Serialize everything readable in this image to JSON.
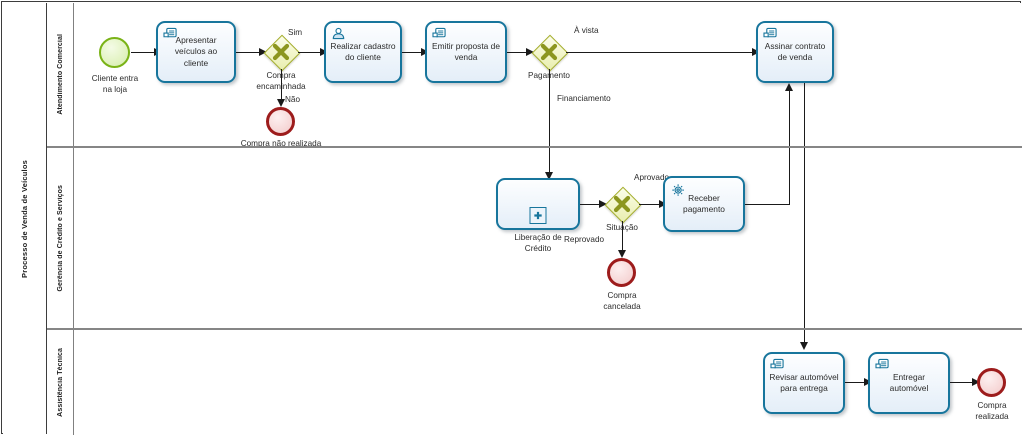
{
  "diagram": {
    "type": "bpmn-process",
    "pool_title": "Processo de Venda de Veículos",
    "lanes": [
      {
        "id": "lane-atendimento",
        "label": "Atendimento Comercial"
      },
      {
        "id": "lane-gerencia",
        "label": "Gerência de Crédito e Serviços"
      },
      {
        "id": "lane-assistencia",
        "label": "Assistência Técnica"
      }
    ],
    "colors": {
      "task_border": "#17759c",
      "task_fill": "#eef5fb",
      "gateway_border": "#a3ad27",
      "gateway_fill": "#f2f5c9",
      "start_event": "#7ab317",
      "end_event": "#9d1c1c",
      "connector": "#1a1a1a",
      "pool_border": "#3d3d3d",
      "lane_divider": "#868686"
    },
    "events": [
      {
        "id": "start-cliente",
        "kind": "start",
        "label": "Cliente entra\nna loja",
        "lane": "lane-atendimento"
      },
      {
        "id": "end-compra-nao-realizada",
        "kind": "end",
        "label": "Compra não realizada",
        "lane": "lane-atendimento"
      },
      {
        "id": "end-compra-cancelada",
        "kind": "end",
        "label": "Compra\ncancelada",
        "lane": "lane-gerencia"
      },
      {
        "id": "end-compra-realizada",
        "kind": "end",
        "label": "Compra\nrealizada",
        "lane": "lane-assistencia"
      }
    ],
    "tasks": [
      {
        "id": "task-apresentar-veiculos",
        "label": "Apresentar\nveículos ao\ncliente",
        "icon": "manual-task-icon",
        "lane": "lane-atendimento"
      },
      {
        "id": "task-realizar-cadastro",
        "label": "Realizar\ncadastro do\ncliente",
        "icon": "user-task-icon",
        "lane": "lane-atendimento"
      },
      {
        "id": "task-emitir-proposta",
        "label": "Emitir proposta\nde venda",
        "icon": "manual-task-icon",
        "lane": "lane-atendimento"
      },
      {
        "id": "task-assinar-contrato",
        "label": "Assinar\ncontrato de\nvenda",
        "icon": "manual-task-icon",
        "lane": "lane-atendimento"
      },
      {
        "id": "task-receber-pagamento",
        "label": "Receber\npagamento",
        "icon": "service-task-icon",
        "lane": "lane-gerencia"
      },
      {
        "id": "task-revisar-automovel",
        "label": "Revisar\nautomóvel para\nentrega",
        "icon": "manual-task-icon",
        "lane": "lane-assistencia"
      },
      {
        "id": "task-entregar-automovel",
        "label": "Entregar\nautomóvel",
        "icon": "manual-task-icon",
        "lane": "lane-assistencia"
      }
    ],
    "subprocesses": [
      {
        "id": "subprocess-liberacao-credito",
        "label": "Liberação de\nCrédito",
        "marker": "collapsed-plus",
        "lane": "lane-gerencia"
      }
    ],
    "gateways": [
      {
        "id": "gateway-compra-encaminhada",
        "kind": "exclusive",
        "label": "Compra\nencaminhada",
        "lane": "lane-atendimento",
        "outputs": [
          "Sim",
          "Não"
        ]
      },
      {
        "id": "gateway-pagamento",
        "kind": "exclusive",
        "label": "Pagamento",
        "lane": "lane-atendimento",
        "outputs": [
          "À vista",
          "Financiamento"
        ]
      },
      {
        "id": "gateway-situacao",
        "kind": "exclusive",
        "label": "Situação",
        "lane": "lane-gerencia",
        "outputs": [
          "Aprovado",
          "Reprovado"
        ]
      }
    ],
    "flow_labels": {
      "sim": "Sim",
      "nao": "Não",
      "a_vista": "À vista",
      "financiamento": "Financiamento",
      "aprovado": "Aprovado",
      "reprovado": "Reprovado"
    }
  }
}
